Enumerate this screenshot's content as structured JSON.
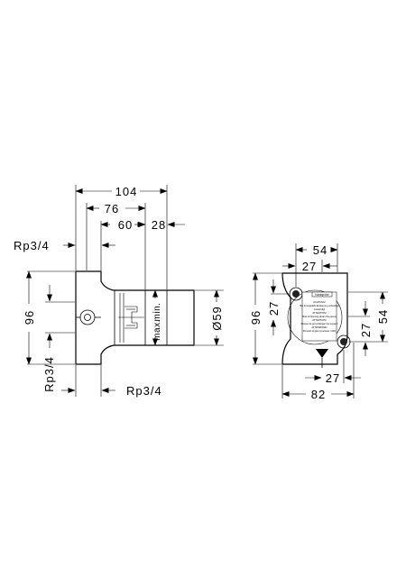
{
  "side_view": {
    "dim_total_width": "104",
    "dim_76": "76",
    "dim_60": "60",
    "dim_28": "28",
    "thread_top": "Rp3/4",
    "thread_left": "Rp3/4",
    "thread_bottom": "Rp3/4",
    "dim_height": "96",
    "dim_diameter": "Ø59",
    "label_min": "min.",
    "label_max": "max."
  },
  "front_view": {
    "dim_54_top": "54",
    "dim_27_top": "27",
    "dim_96_left": "96",
    "dim_27_left": "27",
    "dim_54_right": "54",
    "dim_27_right": "27",
    "dim_27_bottom": "27",
    "dim_82": "82",
    "brand_label": "hansgrohe",
    "sticker_lines": [
      "ACHTUNG!",
      "Bei Frostgefahr Entleerung unbedingt",
      "notwendig!",
      "ATTENTION!",
      "Risk of freezing (drain the pipes)",
      "ATTENTION!",
      "Risque de gel (vidanger les tuyaux)",
      "ATTENZIONE!",
      "Pericolo di gelo (svuotare i tubi)"
    ]
  }
}
